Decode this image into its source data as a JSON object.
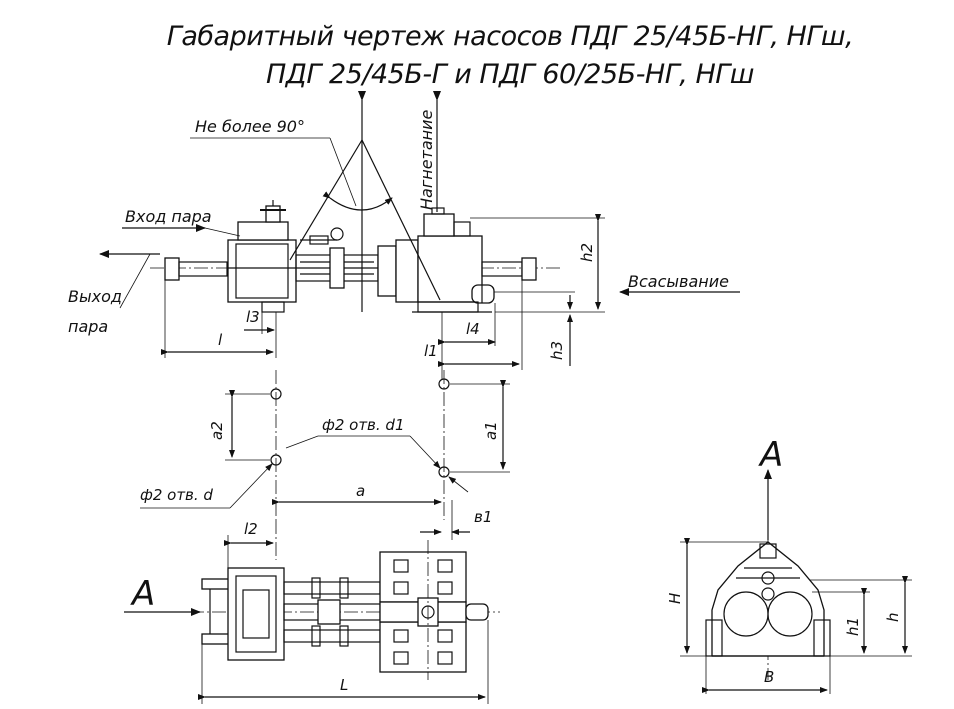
{
  "title": {
    "line1": "Габаритный чертеж насосов ПДГ 25/45Б-НГ, НГш,",
    "line2": "ПДГ 25/45Б-Г и ПДГ 60/25Б-НГ, НГш"
  },
  "labels": {
    "angle": "Не более 90°",
    "discharge": "Нагнетание",
    "steam_in": "Вход пара",
    "steam_out_1": "Выход",
    "steam_out_2": "пара",
    "suction": "Всасывание",
    "holes_d1": "ф2 отв. d1",
    "holes_d": "ф2 отв. d"
  },
  "dimensions": {
    "l": "l",
    "l1": "l1",
    "l2": "l2",
    "l3": "l3",
    "l4": "l4",
    "h": "h",
    "h1": "h1",
    "h2": "h2",
    "h3": "h3",
    "a": "a",
    "a1": "a1",
    "a2": "a2",
    "b1": "в1",
    "L": "L",
    "H": "H",
    "B": "B"
  },
  "view_labels": {
    "view_a_arrow": "A",
    "view_a_title": "A"
  }
}
